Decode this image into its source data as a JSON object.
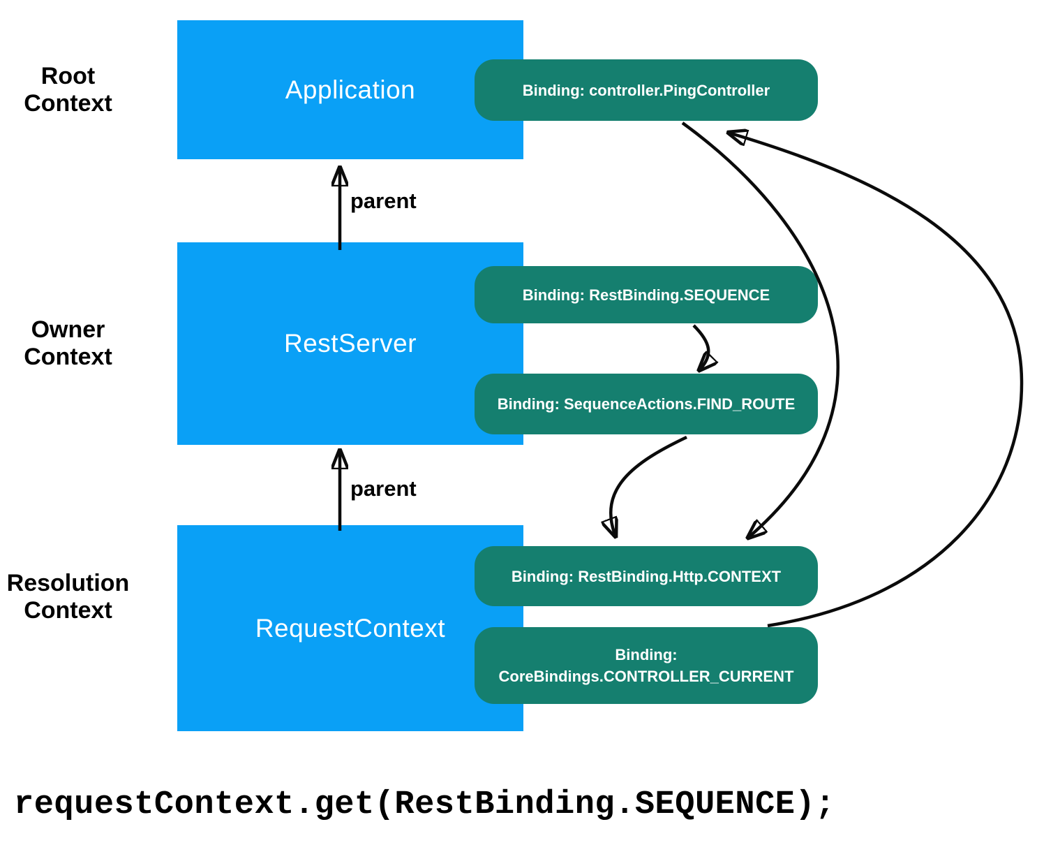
{
  "colors": {
    "box_blue": "#0AA0F6",
    "pill_teal": "#157F6F",
    "arrow_black": "#0B0B0B",
    "text_light": "#FFFFFF",
    "text_dark": "#000000"
  },
  "diagram": {
    "context_labels": [
      {
        "line1": "Root",
        "line2": "Context"
      },
      {
        "line1": "Owner",
        "line2": "Context"
      },
      {
        "line1": "Resolution",
        "line2": "Context"
      }
    ],
    "boxes": [
      {
        "title": "Application"
      },
      {
        "title": "RestServer"
      },
      {
        "title": "RequestContext"
      }
    ],
    "parent_edges": [
      {
        "label": "parent"
      },
      {
        "label": "parent"
      }
    ],
    "bindings": [
      {
        "label": "Binding: controller.PingController"
      },
      {
        "label": "Binding: RestBinding.SEQUENCE"
      },
      {
        "label": "Binding: SequenceActions.FIND_ROUTE"
      },
      {
        "label": "Binding: RestBinding.Http.CONTEXT"
      },
      {
        "label": "Binding: CoreBindings.CONTROLLER_CURRENT"
      }
    ],
    "code": "requestContext.get(RestBinding.SEQUENCE);"
  }
}
